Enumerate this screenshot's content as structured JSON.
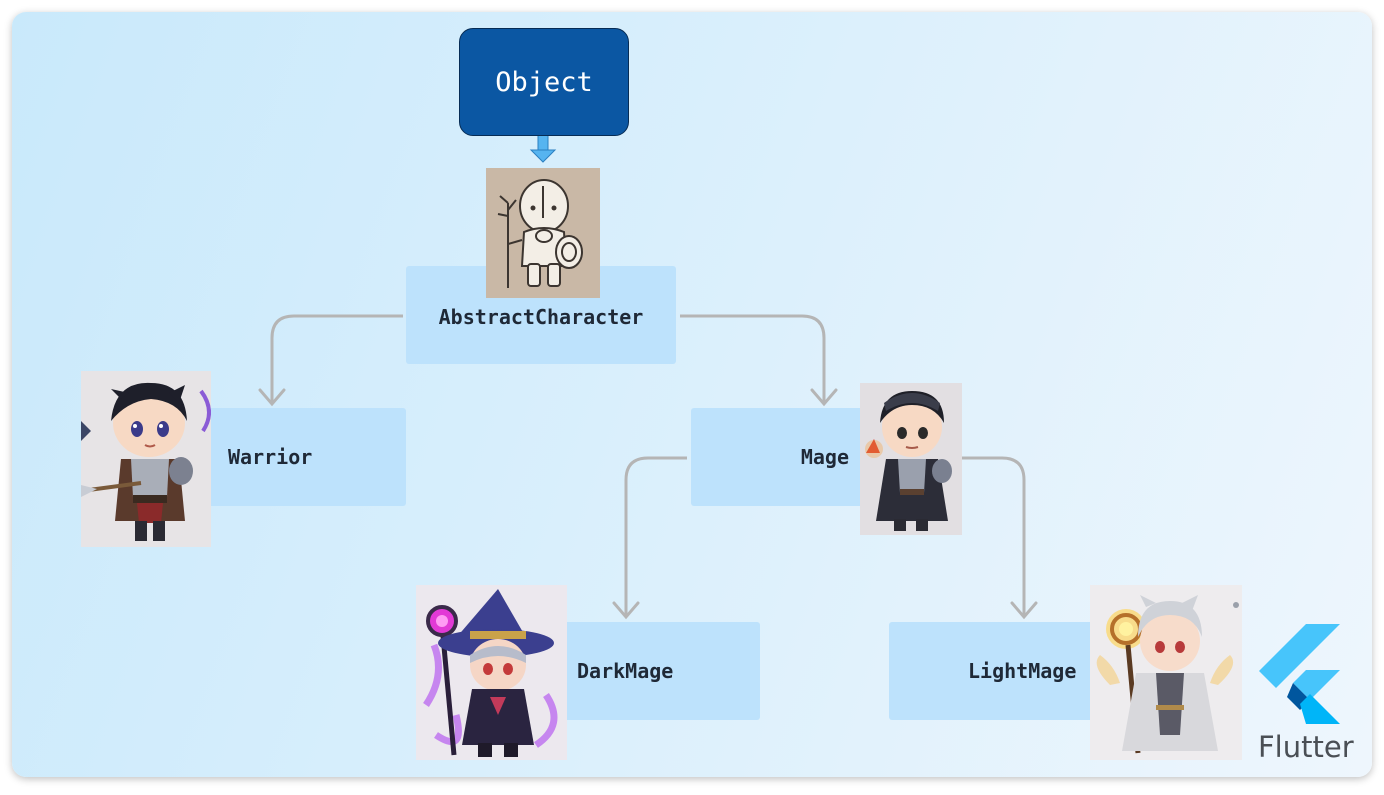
{
  "diagram": {
    "root": "Object",
    "abstract": "AbstractCharacter",
    "warrior": "Warrior",
    "mage": "Mage",
    "dark_mage": "DarkMage",
    "light_mage": "LightMage"
  },
  "branding": {
    "name": "Flutter"
  },
  "colors": {
    "node_fill": "#bde2fc",
    "root_fill": "#0b57a3",
    "connector": "#b5b5b5",
    "arrow": "#56b4f0"
  },
  "icons": [
    "abstract-character-portrait",
    "warrior-portrait",
    "mage-portrait",
    "dark-mage-portrait",
    "light-mage-portrait",
    "flutter-logo-icon"
  ]
}
